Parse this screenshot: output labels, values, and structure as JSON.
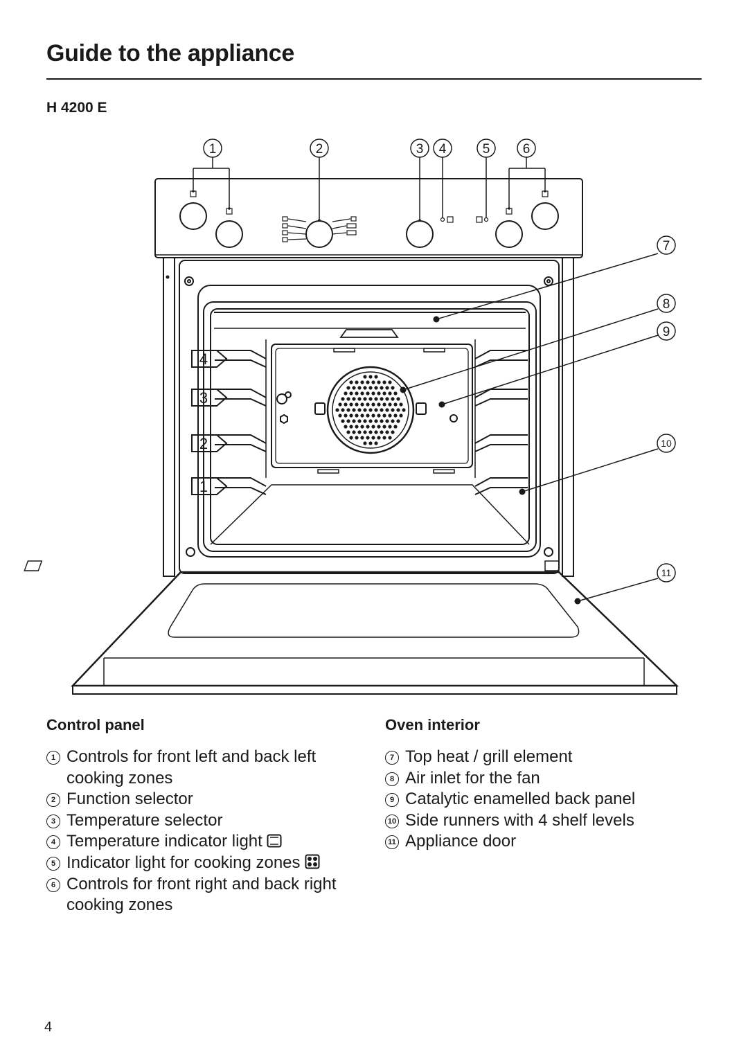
{
  "header": {
    "title": "Guide to the appliance"
  },
  "model": "H 4200 E",
  "callouts": [
    "1",
    "2",
    "3",
    "4",
    "5",
    "6",
    "7",
    "8",
    "9",
    "10",
    "11"
  ],
  "shelf_levels": [
    "4",
    "3",
    "2",
    "1"
  ],
  "control_panel": {
    "heading": "Control panel",
    "items": [
      {
        "num": "1",
        "text": "Controls for front left and back left cooking zones"
      },
      {
        "num": "2",
        "text": "Function selector"
      },
      {
        "num": "3",
        "text": "Temperature selector"
      },
      {
        "num": "4",
        "text": "Temperature indicator light",
        "icon": "oven-light-icon"
      },
      {
        "num": "5",
        "text": "Indicator light for cooking zones",
        "icon": "cooking-zones-icon"
      },
      {
        "num": "6",
        "text": "Controls for front right and back right cooking zones"
      }
    ]
  },
  "oven_interior": {
    "heading": "Oven interior",
    "items": [
      {
        "num": "7",
        "text": "Top heat / grill element"
      },
      {
        "num": "8",
        "text": "Air inlet for the fan"
      },
      {
        "num": "9",
        "text": "Catalytic enamelled back panel"
      },
      {
        "num": "10",
        "text": "Side runners with 4 shelf levels"
      },
      {
        "num": "11",
        "text": "Appliance door"
      }
    ]
  },
  "page_number": "4"
}
